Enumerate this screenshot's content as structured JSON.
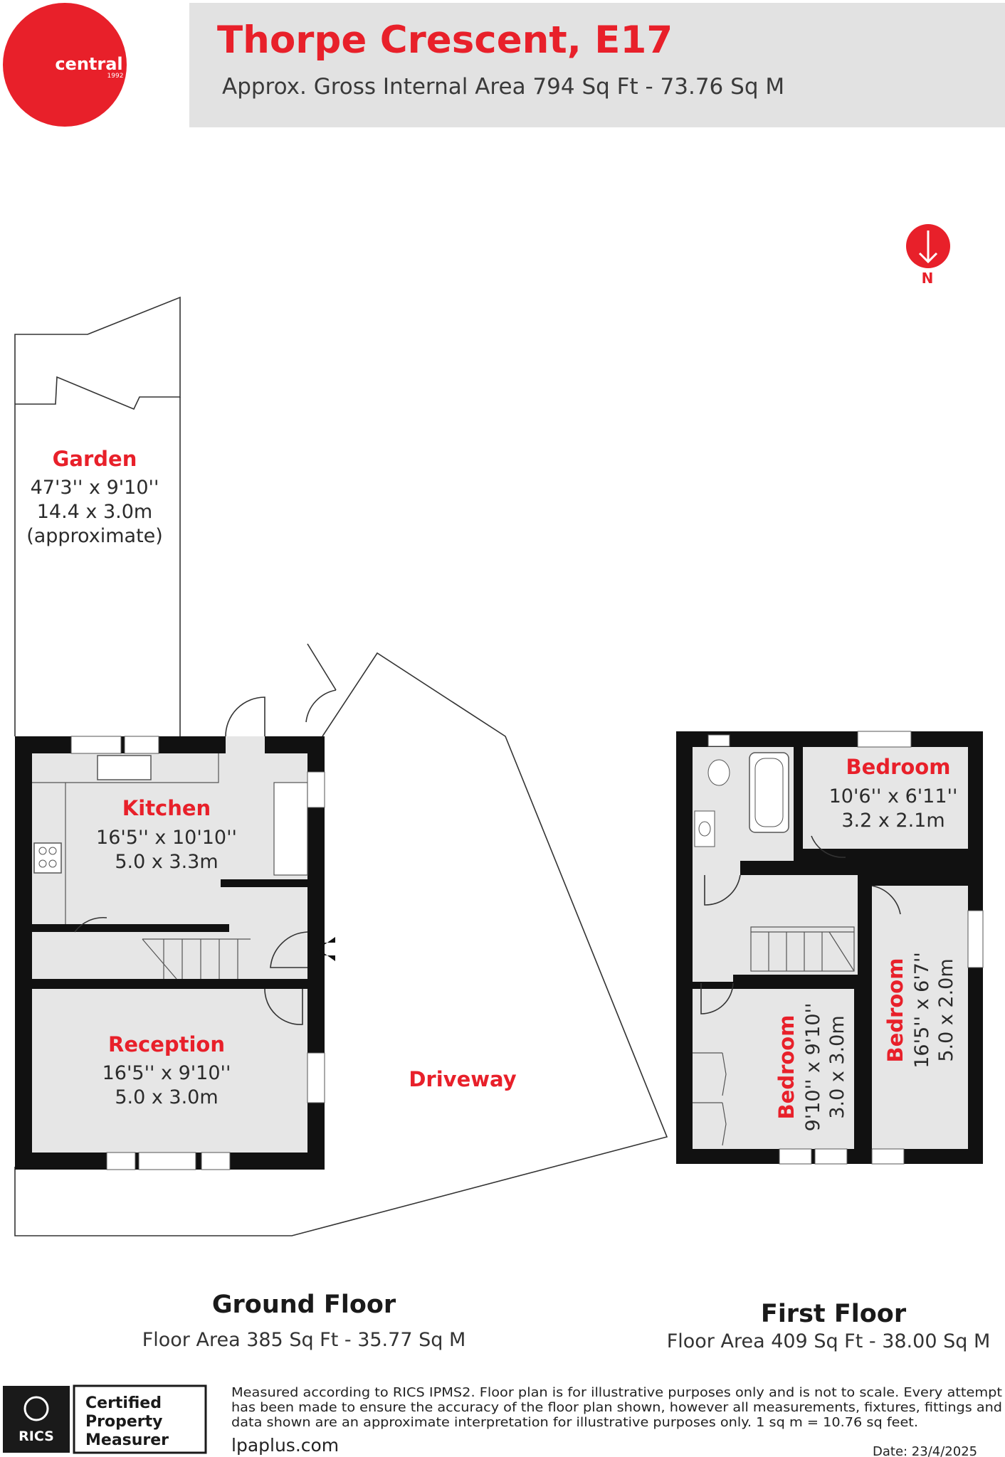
{
  "brand": {
    "name": "central",
    "year": "1992",
    "color": "#e8202a"
  },
  "header": {
    "title": "Thorpe Crescent, E17",
    "subtitle": "Approx. Gross Internal Area 794 Sq Ft - 73.76 Sq M"
  },
  "compass": {
    "label": "N"
  },
  "rooms": {
    "garden": {
      "name": "Garden",
      "imperial": "47'3'' x 9'10''",
      "metric": "14.4 x 3.0m",
      "note": "(approximate)"
    },
    "kitchen": {
      "name": "Kitchen",
      "imperial": "16'5'' x 10'10''",
      "metric": "5.0 x 3.3m"
    },
    "reception": {
      "name": "Reception",
      "imperial": "16'5'' x 9'10''",
      "metric": "5.0 x 3.0m"
    },
    "driveway": {
      "name": "Driveway"
    },
    "bedroom1": {
      "name": "Bedroom",
      "imperial": "10'6'' x 6'11''",
      "metric": "3.2 x 2.1m"
    },
    "bedroom2": {
      "name": "Bedroom",
      "imperial": "9'10'' x 9'10''",
      "metric": "3.0 x 3.0m"
    },
    "bedroom3": {
      "name": "Bedroom",
      "imperial": "16'5'' x 6'7''",
      "metric": "5.0 x 2.0m"
    }
  },
  "floors": {
    "ground": {
      "name": "Ground Floor",
      "area": "Floor Area 385 Sq Ft - 35.77 Sq M"
    },
    "first": {
      "name": "First Floor",
      "area": "Floor Area 409 Sq Ft - 38.00 Sq M"
    }
  },
  "footer": {
    "badge_label": "RICS",
    "cert_line1": "Certified",
    "cert_line2": "Property",
    "cert_line3": "Measurer",
    "disclaimer_line1": "Measured according to RICS IPMS2. Floor plan is for illustrative purposes only and is not to scale. Every attempt",
    "disclaimer_line2": "has been made to ensure the accuracy of the floor plan shown, however all measurements, fixtures, fittings and",
    "disclaimer_line3": "data shown are an approximate interpretation for illustrative purposes only. 1 sq m = 10.76 sq feet.",
    "website": "lpaplus.com",
    "date": "Date: 23/4/2025"
  }
}
